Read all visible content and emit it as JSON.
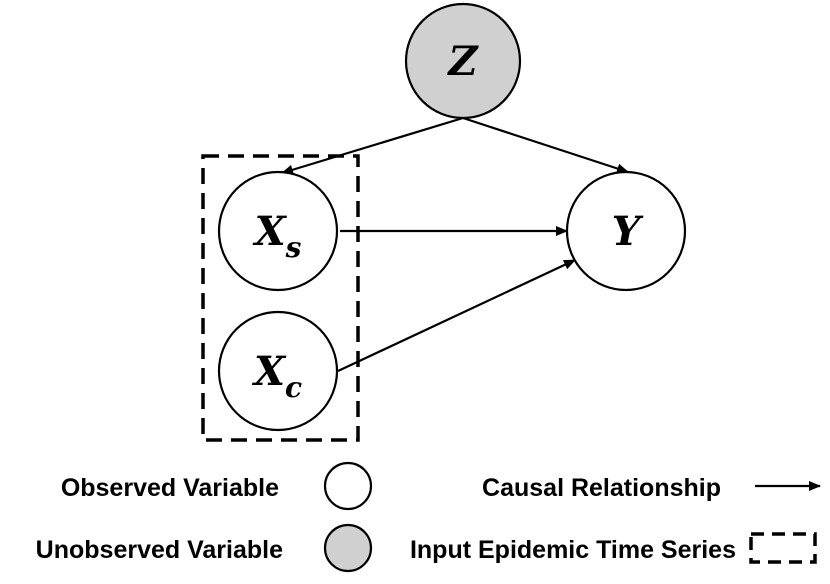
{
  "nodes": {
    "z": {
      "label": "Z",
      "sub": "",
      "fill": "#d0d0d0"
    },
    "xs": {
      "label": "X",
      "sub": "s",
      "fill": "#ffffff"
    },
    "xc": {
      "label": "X",
      "sub": "c",
      "fill": "#ffffff"
    },
    "y": {
      "label": "Y",
      "sub": "",
      "fill": "#ffffff"
    }
  },
  "legend": {
    "observed": "Observed Variable",
    "unobserved": "Unobserved Variable",
    "causal": "Causal Relationship",
    "input_series": "Input Epidemic Time Series"
  },
  "colors": {
    "stroke": "#000000",
    "observed_fill": "#ffffff",
    "unobserved_fill": "#d0d0d0"
  }
}
